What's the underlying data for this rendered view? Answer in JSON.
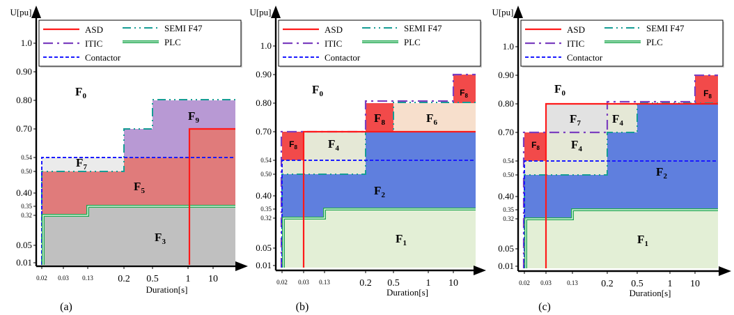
{
  "chart_data": [
    {
      "type": "area",
      "panel_label": "(a)",
      "xlabel": "Duration[s]",
      "ylabel": "U[pu]",
      "x_ticks": [
        "0.02",
        "0.03",
        "0.13",
        "0.2",
        "0.5",
        "1",
        "10"
      ],
      "y_ticks": [
        "1.0",
        "0.90",
        "0.80",
        "0.70",
        "0.54",
        "0.50",
        "0.40",
        "0.35",
        "0.32",
        "0.05",
        "0.01"
      ],
      "legend": [
        "ASD",
        "SEMI F47",
        "ITIC",
        "PLC",
        "Contactor"
      ],
      "regions": [
        {
          "name": "F0",
          "label": "F",
          "sub": "0",
          "color": "#ffffff"
        },
        {
          "name": "F3",
          "label": "F",
          "sub": "3",
          "color": "#c0c0c0",
          "x": [
            "0.02",
            "end"
          ],
          "y": [
            "0.01",
            "0.32/0.35"
          ]
        },
        {
          "name": "F5",
          "label": "F",
          "sub": "5",
          "color": "#e07b7b",
          "x": [
            "0.02",
            "end"
          ],
          "y": [
            "0.32/0.35",
            "0.50/0.54/0.70"
          ]
        },
        {
          "name": "F7",
          "label": "F",
          "sub": "7",
          "color": "#ebebeb",
          "x": [
            "0.02",
            "0.2"
          ],
          "y": [
            "0.50",
            "0.54"
          ]
        },
        {
          "name": "F9",
          "label": "F",
          "sub": "9",
          "color": "#b899d4",
          "x": [
            "0.2",
            "end"
          ],
          "y": [
            "0.54",
            "0.70/0.80"
          ]
        }
      ],
      "curves": {
        "ASD": {
          "t": "1",
          "u": "0.70"
        },
        "SEMI F47": {
          "steps": [
            [
              "0.02",
              "0.50"
            ],
            [
              "0.2",
              "0.70"
            ],
            [
              "0.5",
              "0.80"
            ]
          ]
        },
        "PLC": {
          "steps": [
            [
              "0.02",
              "0.32"
            ],
            [
              "0.13",
              "0.35"
            ]
          ]
        },
        "Contactor": {
          "steps": [
            [
              "0.02",
              "0.54"
            ]
          ]
        }
      }
    },
    {
      "type": "area",
      "panel_label": "(b)",
      "xlabel": "Duration[s]",
      "ylabel": "U[pu]",
      "x_ticks": [
        "0.02",
        "0.03",
        "0.13",
        "0.2",
        "0.5",
        "1",
        "10"
      ],
      "y_ticks": [
        "1.0",
        "0.90",
        "0.80",
        "0.70",
        "0.54",
        "0.50",
        "0.40",
        "0.35",
        "0.32",
        "0.05",
        "0.01"
      ],
      "legend": [
        "ASD",
        "SEMI F47",
        "ITIC",
        "PLC",
        "Contactor"
      ],
      "regions": [
        {
          "name": "F0",
          "label": "F",
          "sub": "0",
          "color": "#ffffff"
        },
        {
          "name": "F1",
          "label": "F",
          "sub": "1",
          "color": "#e3efd6"
        },
        {
          "name": "F2",
          "label": "F",
          "sub": "2",
          "color": "#5f7fde"
        },
        {
          "name": "F4",
          "label": "F",
          "sub": "4",
          "color": "#e5e8d6"
        },
        {
          "name": "F6",
          "label": "F",
          "sub": "6",
          "color": "#f7dfcc"
        },
        {
          "name": "F8",
          "label": "F",
          "sub": "8",
          "color": "#f24a4a"
        }
      ],
      "curves": {
        "ASD": {
          "t": "0.03",
          "u": "0.70"
        },
        "ITIC": {
          "steps": [
            [
              "0.02",
              "0.70"
            ],
            [
              "0.2",
              "0.80"
            ],
            [
              "10",
              "0.90"
            ]
          ]
        },
        "SEMI F47": {
          "steps": [
            [
              "0.02",
              "0.50"
            ],
            [
              "0.2",
              "0.70"
            ],
            [
              "0.5",
              "0.80"
            ]
          ]
        },
        "PLC": {
          "steps": [
            [
              "0.02",
              "0.32"
            ],
            [
              "0.13",
              "0.35"
            ]
          ]
        },
        "Contactor": {
          "steps": [
            [
              "0.02",
              "0.54"
            ]
          ]
        }
      }
    },
    {
      "type": "area",
      "panel_label": "(c)",
      "xlabel": "Duration[s]",
      "ylabel": "U[pu]",
      "x_ticks": [
        "0.02",
        "0.03",
        "0.13",
        "0.2",
        "0.5",
        "1",
        "10"
      ],
      "y_ticks": [
        "1.0",
        "0.90",
        "0.80",
        "0.70",
        "0.54",
        "0.50",
        "0.40",
        "0.35",
        "0.32",
        "0.05",
        "0.01"
      ],
      "legend": [
        "ASD",
        "SEMI F47",
        "ITIC",
        "PLC",
        "Contactor"
      ],
      "regions": [
        {
          "name": "F0",
          "label": "F",
          "sub": "0",
          "color": "#ffffff"
        },
        {
          "name": "F1",
          "label": "F",
          "sub": "1",
          "color": "#e3efd6"
        },
        {
          "name": "F2",
          "label": "F",
          "sub": "2",
          "color": "#5f7fde"
        },
        {
          "name": "F4",
          "label": "F",
          "sub": "4",
          "color": "#e5e8d6"
        },
        {
          "name": "F7",
          "label": "F",
          "sub": "7",
          "color": "#e2e2e2"
        },
        {
          "name": "F8",
          "label": "F",
          "sub": "8",
          "color": "#f24a4a"
        }
      ],
      "curves": {
        "ASD": {
          "t": "0.03",
          "u": "0.80"
        },
        "ITIC": {
          "steps": [
            [
              "0.02",
              "0.70"
            ],
            [
              "0.2",
              "0.80"
            ],
            [
              "10",
              "0.90"
            ]
          ]
        },
        "SEMI F47": {
          "steps": [
            [
              "0.02",
              "0.50"
            ],
            [
              "0.2",
              "0.70"
            ],
            [
              "0.5",
              "0.80"
            ]
          ]
        },
        "PLC": {
          "steps": [
            [
              "0.02",
              "0.32"
            ],
            [
              "0.13",
              "0.35"
            ]
          ]
        },
        "Contactor": {
          "steps": [
            [
              "0.02",
              "0.54"
            ]
          ]
        }
      }
    }
  ],
  "colors": {
    "ASD": "#ff1a1a",
    "ITIC": "#7b3fbf",
    "SEMI F47": "#169c94",
    "PLC": "#1fa84f",
    "Contactor": "#1a1aff",
    "axis": "#000000"
  }
}
